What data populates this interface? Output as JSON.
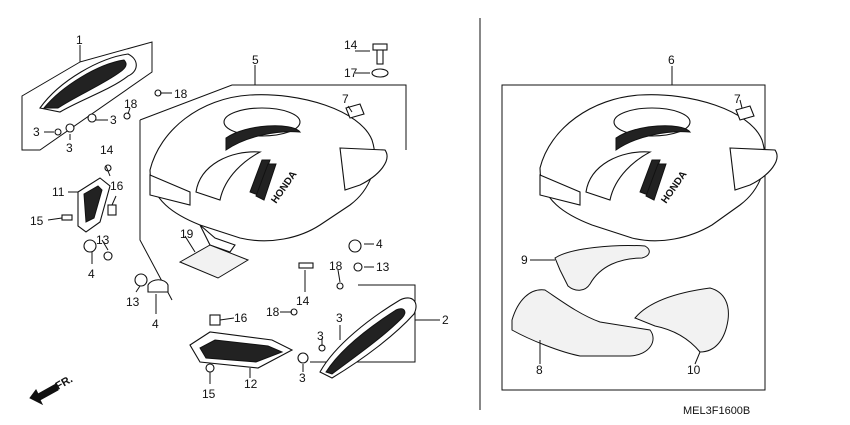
{
  "diagram": {
    "code": "MEL3F1600B",
    "direction": "FR.",
    "brand": "HONDA",
    "callouts": [
      "1",
      "2",
      "3",
      "4",
      "5",
      "6",
      "7",
      "8",
      "9",
      "10",
      "11",
      "12",
      "13",
      "14",
      "15",
      "16",
      "17",
      "18"
    ]
  }
}
